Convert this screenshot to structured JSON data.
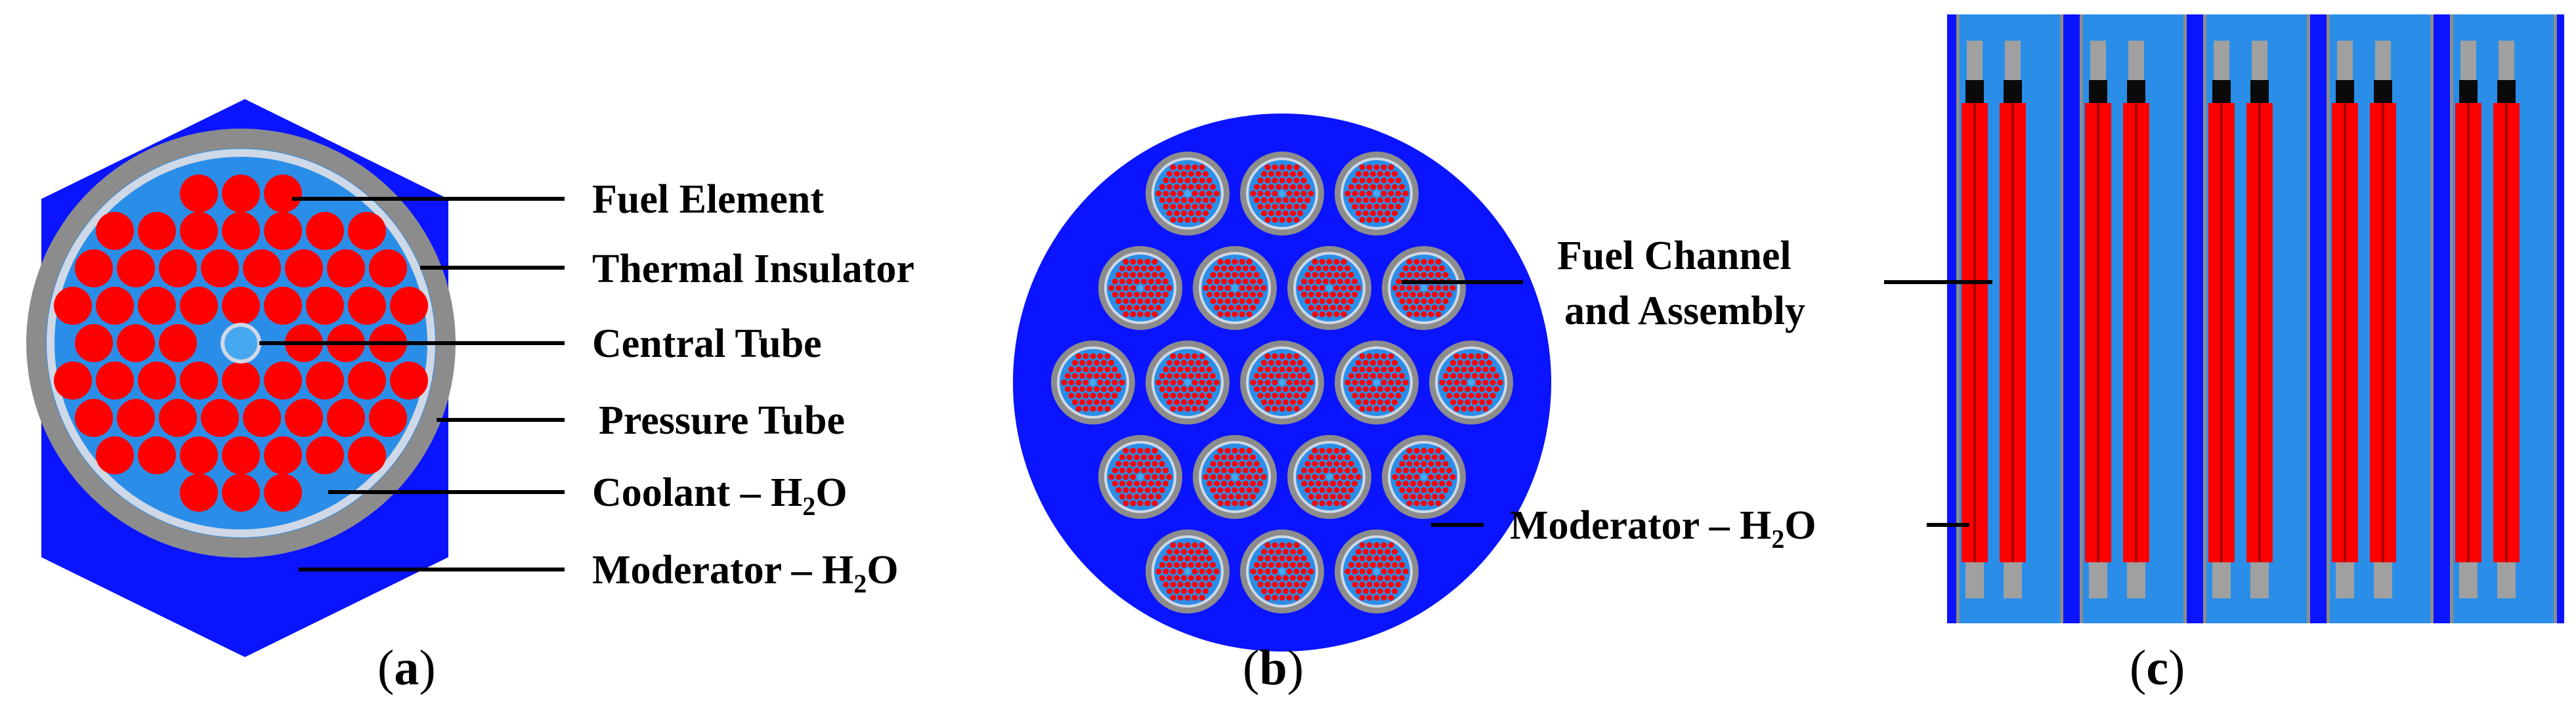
{
  "panel_a": {
    "tag_open": "(",
    "tag_letter": "a",
    "tag_close": ")",
    "labels": {
      "fuel_element": "Fuel Element",
      "thermal_insulator": "Thermal Insulator",
      "central_tube": "Central Tube",
      "pressure_tube": "Pressure Tube",
      "coolant_prefix": "Coolant – H",
      "coolant_sub": "2",
      "coolant_suffix": "O",
      "moderator_prefix": "Moderator – H",
      "moderator_sub": "2",
      "moderator_suffix": "O"
    }
  },
  "panel_b": {
    "tag_open": "(",
    "tag_letter": "b",
    "tag_close": ")",
    "labels": {
      "fuel_channel_line1": "Fuel Channel",
      "fuel_channel_line2": "and Assembly",
      "moderator_prefix": "Moderator – H",
      "moderator_sub": "2",
      "moderator_suffix": "O"
    }
  },
  "panel_c": {
    "tag_open": "(",
    "tag_letter": "c",
    "tag_close": ")",
    "channel_count": 5
  },
  "colors": {
    "moderator_blue": "#0a14ff",
    "coolant_blue": "#2a8ee8",
    "fuel_red": "#ff0000",
    "tube_gray": "#8c8c8c",
    "insulator_light": "#cfd8e6",
    "central_tube_blue": "#46a8ee",
    "end_black": "#0a0a0a",
    "end_gray": "#a0a0a0"
  }
}
